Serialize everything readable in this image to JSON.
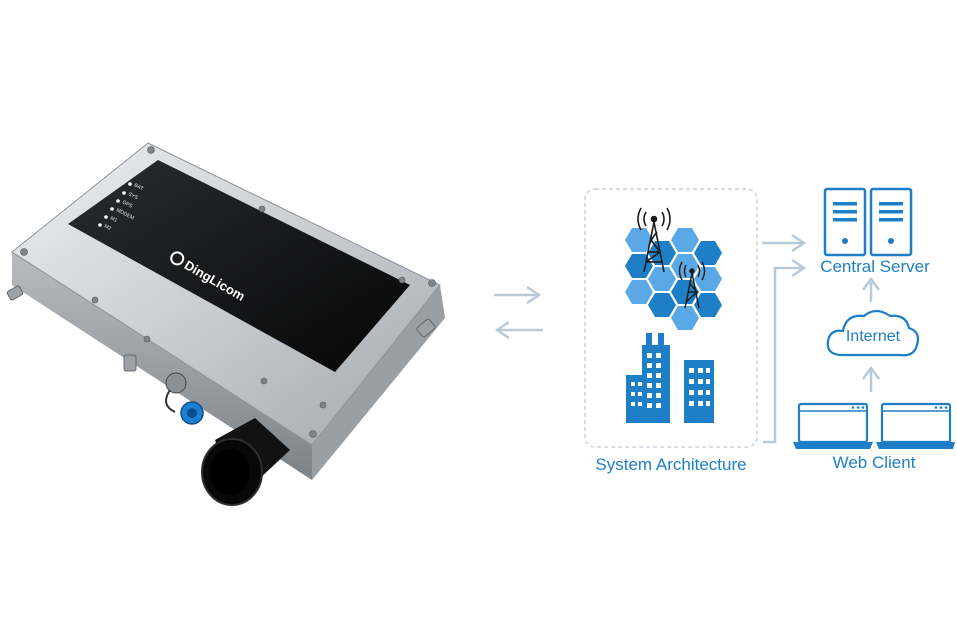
{
  "device": {
    "brand": "DingLicom",
    "leds": [
      "BAT",
      "SYS",
      "GPS",
      "MODEM",
      "M1",
      "M2"
    ]
  },
  "diagram": {
    "system_architecture_label": "System Architecture",
    "central_server_label": "Central Server",
    "internet_label": "Internet",
    "web_client_label": "Web Client"
  },
  "colors": {
    "accent": "#1f7fc6",
    "accent_light": "#5aa9e6",
    "arrow": "#b9c9d6",
    "dashed_border": "#c9d2d9"
  }
}
